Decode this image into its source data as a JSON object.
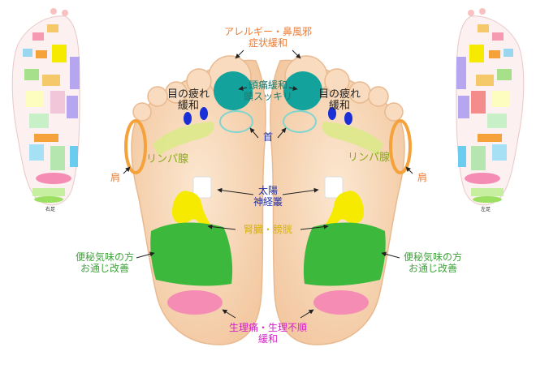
{
  "labels": {
    "allergy": "アレルギー・鼻風邪\n症状緩和",
    "headache": "頭痛緩和\n頭スッキリ",
    "eye_left": "目の疲れ\n緩和",
    "eye_right": "目の疲れ\n緩和",
    "neck": "首",
    "lymph_left": "リンパ腺",
    "lymph_right": "リンパ腺",
    "shoulder_left": "肩",
    "shoulder_right": "肩",
    "solar": "太陽\n神経叢",
    "kidney": "腎臓・膀胱",
    "constipation_left": "便秘気味の方\nお通じ改善",
    "constipation_right": "便秘気味の方\nお通じ改善",
    "menstrual": "生理痛・生理不順\n緩和"
  },
  "mini_map": {
    "right_foot_caption": "右足",
    "left_foot_caption": "左足"
  },
  "colors": {
    "skin": "#f8d9b8",
    "skin_edge": "#e9b98f",
    "teal": "#13a39c",
    "yellow": "#f6ea00",
    "green": "#3cb83c",
    "pink": "#f58cb4",
    "lime": "#dbe98a",
    "orange": "#f5a23b",
    "blue": "#1a2fd6"
  }
}
